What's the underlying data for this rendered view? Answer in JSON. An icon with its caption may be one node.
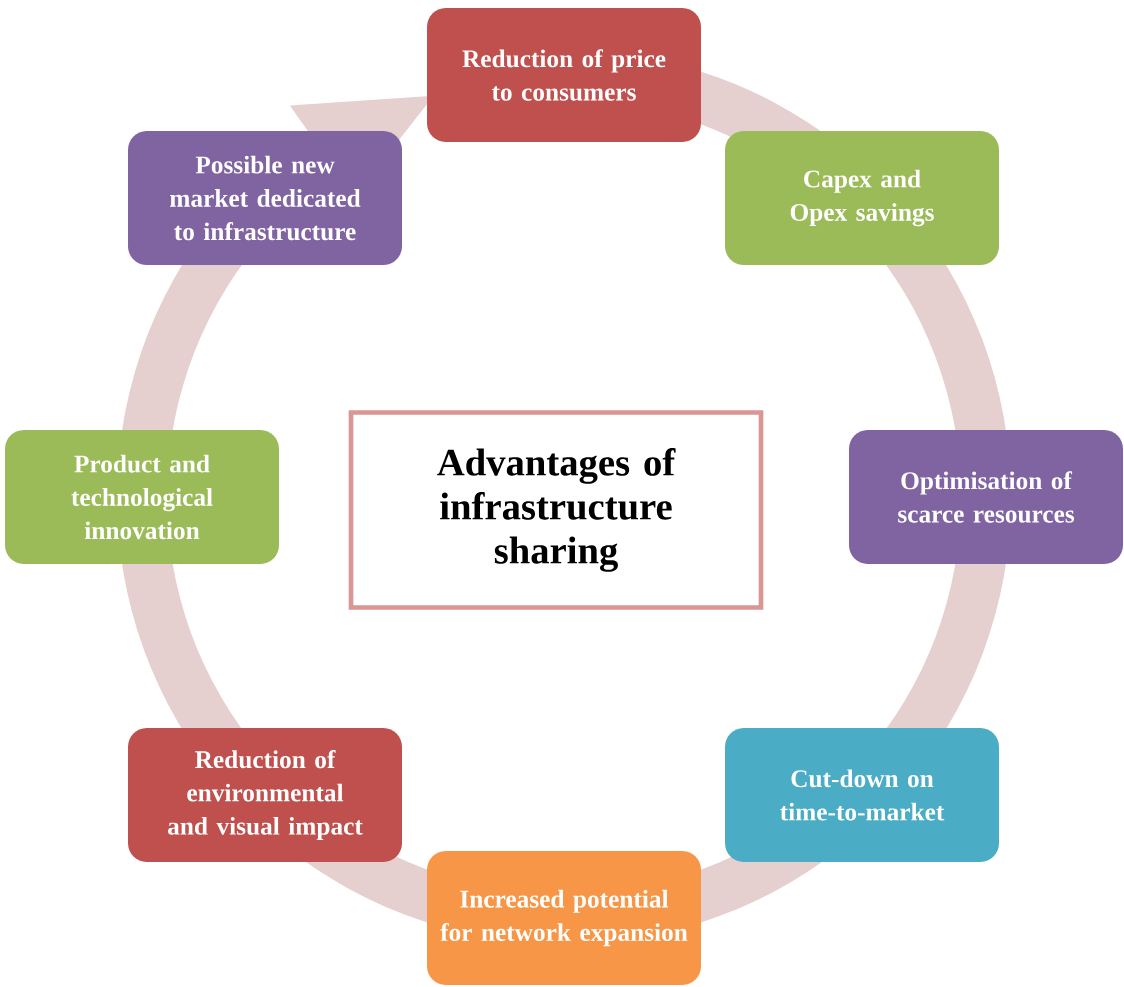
{
  "diagram": {
    "nodes": [
      {
        "text": [
          "Advantages of infrastructure sharing"
        ]
      },
      {
        "text": [
          "Reduction of price to consumers"
        ]
      },
      {
        "text": [
          "Capex and Opex savings"
        ]
      },
      {
        "text": [
          "Optimisation of scarce resources"
        ]
      },
      {
        "text": [
          "Cut-down on time-to-market"
        ]
      },
      {
        "text": [
          "Increased potential for network expansion"
        ]
      },
      {
        "text": [
          "Reduction of environmental and visual impact"
        ]
      },
      {
        "text": [
          "Product and technological innovation"
        ]
      },
      {
        "text": [
          "Possible new market dedicated to infrastructure"
        ]
      }
    ]
  }
}
